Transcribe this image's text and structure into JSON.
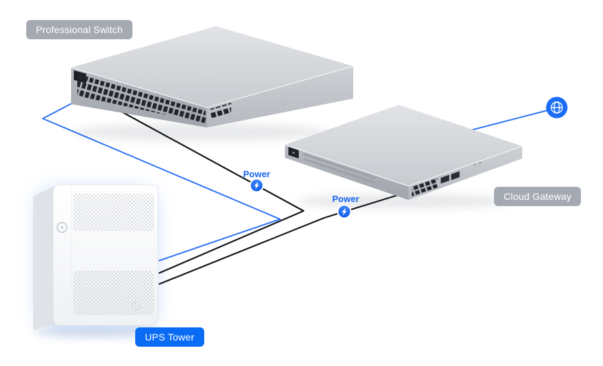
{
  "diagram": {
    "labels": {
      "professional_switch": "Professional Switch",
      "cloud_gateway": "Cloud Gateway",
      "ups_tower": "UPS Tower",
      "power": "Power"
    },
    "nodes": [
      {
        "id": "professional-switch",
        "label": "Professional Switch",
        "type": "rack-switch"
      },
      {
        "id": "cloud-gateway",
        "label": "Cloud Gateway",
        "type": "rack-gateway"
      },
      {
        "id": "ups-tower",
        "label": "UPS Tower",
        "type": "ups"
      },
      {
        "id": "internet",
        "icon": "globe-icon"
      }
    ],
    "connections": [
      {
        "from": "ups-tower",
        "to": "professional-switch",
        "type": "power",
        "label": "Power",
        "color": "#15171a"
      },
      {
        "from": "ups-tower",
        "to": "cloud-gateway",
        "type": "power",
        "label": "Power",
        "color": "#15171a"
      },
      {
        "from": "professional-switch",
        "to": "ups-tower",
        "type": "network",
        "color": "#2f74f4"
      },
      {
        "from": "cloud-gateway",
        "to": "internet",
        "type": "internet",
        "color": "#2f74f4"
      }
    ],
    "icons": {
      "internet": "globe-icon",
      "power": "lightning-bolt-icon"
    },
    "colors": {
      "accent_blue": "#1565f0",
      "badge_gray": "#9ba1aa",
      "badge_blue": "#0a6cf5",
      "power_line": "#15171a",
      "network_line": "#2f74f4",
      "device_gray": "#c9ccd0",
      "background": "#ffffff"
    }
  }
}
